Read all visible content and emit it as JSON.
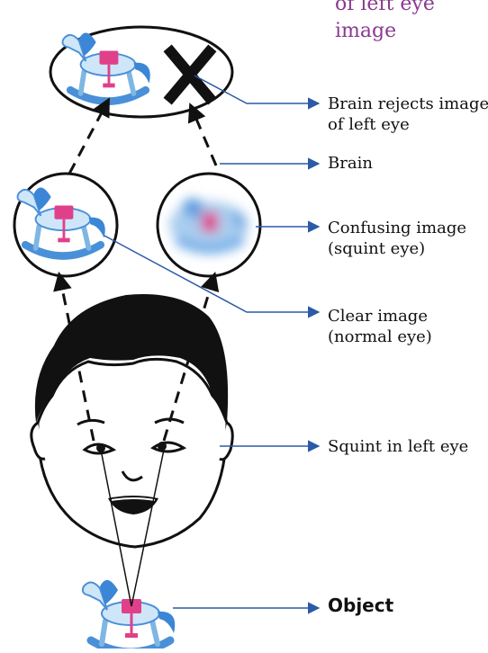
{
  "diagram": {
    "title_fragment_line1": "of left eye",
    "title_fragment_line2": "image",
    "labels": {
      "brain_rejects_line1": "Brain rejects image",
      "brain_rejects_line2": "of left eye",
      "brain": "Brain",
      "confusing_line1": "Confusing image",
      "confusing_line2": "(squint eye)",
      "clear_line1": "Clear image",
      "clear_line2": "(normal eye)",
      "squint": "Squint in left eye",
      "object": "Object"
    },
    "colors": {
      "leader_line": "#2a5aa8",
      "title_text": "#8a3a8f",
      "horse_body": "#7fb6e3",
      "horse_saddle": "#e0408a",
      "rocker": "#4a90d9",
      "reject_mark": "#111111"
    },
    "icons": [
      "rocking-horse-icon",
      "blurred-horse-icon",
      "reject-x-icon",
      "child-face-illustration"
    ]
  }
}
